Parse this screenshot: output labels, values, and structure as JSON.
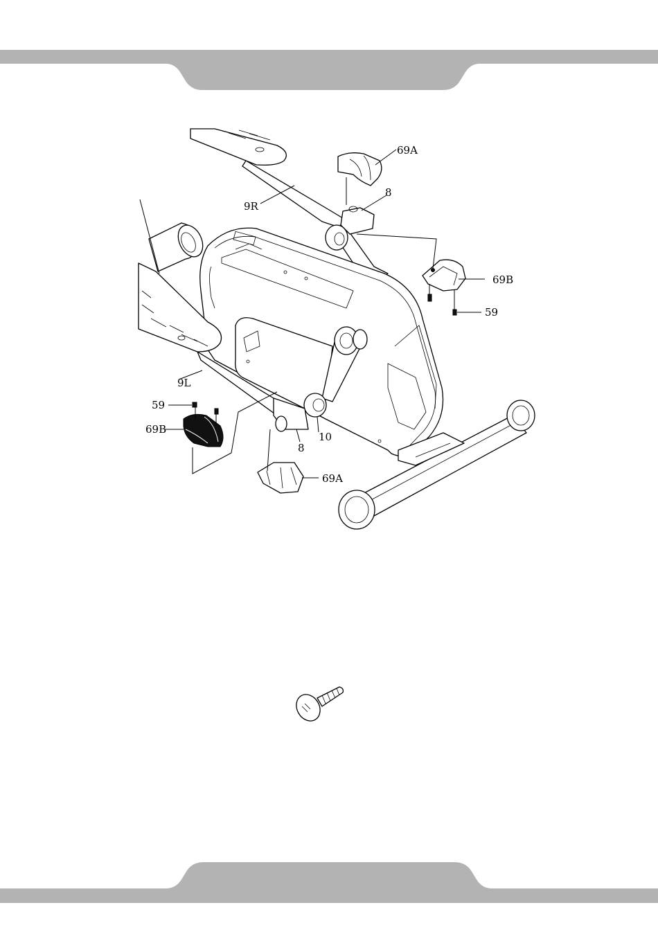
{
  "header_band": {
    "color": "#b3b3b3"
  },
  "footer_band": {
    "color": "#b3b3b3"
  },
  "callouts": {
    "c_69A_top": "69A",
    "c_8_top": "8",
    "c_9R": "9R",
    "c_69B_right": "69B",
    "c_59_right": "59",
    "c_9L": "9L",
    "c_59_left": "59",
    "c_69B_left": "69B",
    "c_10": "10",
    "c_8_bottom": "8",
    "c_69A_bottom": "69A"
  },
  "hardware": {
    "icon": "screw-icon"
  }
}
